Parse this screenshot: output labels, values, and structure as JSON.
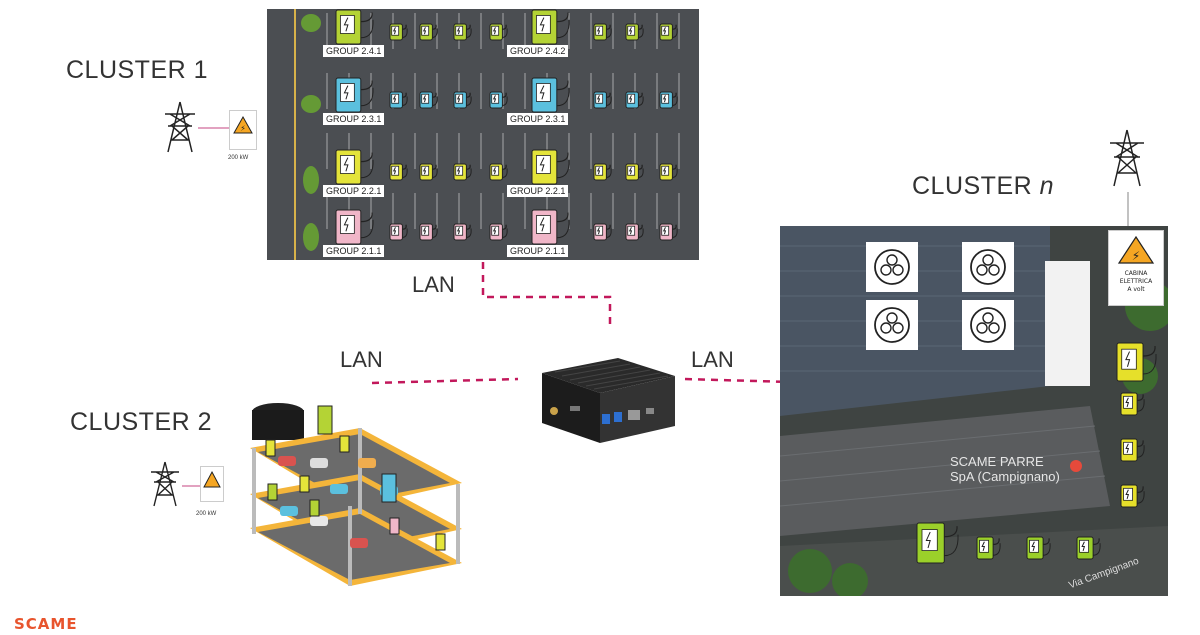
{
  "clusters": {
    "cluster1": {
      "title": "CLUSTER 1",
      "power": "200 kW"
    },
    "cluster2": {
      "title": "CLUSTER 2",
      "power": "200 kW"
    },
    "clusterN": {
      "title_prefix": "CLUSTER",
      "title_var": "n"
    }
  },
  "lan_labels": [
    "LAN",
    "LAN",
    "LAN"
  ],
  "groups": [
    {
      "left": "GROUP 2.4.1",
      "right": "GROUP 2.4.2",
      "color": "#b4d335"
    },
    {
      "left": "GROUP 2.3.1",
      "right": "GROUP 2.3.1",
      "color": "#5bc0de"
    },
    {
      "left": "GROUP 2.2.1",
      "right": "GROUP 2.2.1",
      "color": "#e4e43a"
    },
    {
      "left": "GROUP 2.1.1",
      "right": "GROUP 2.1.1",
      "color": "#f0b6c8"
    }
  ],
  "factory": {
    "company_label_1": "SCAME PARRE",
    "company_label_2": "SpA (Campignano)",
    "street": "Via Campignano",
    "cabin_label_1": "CABINA",
    "cabin_label_2": "ELETTRICA",
    "cabin_label_3": "A        volt"
  },
  "brand": {
    "logo": "SCAME",
    "accent": "#e8542d"
  },
  "colors": {
    "lan_line": "#c2185b",
    "green": "#9bd02a",
    "yellow": "#e6e02a"
  }
}
